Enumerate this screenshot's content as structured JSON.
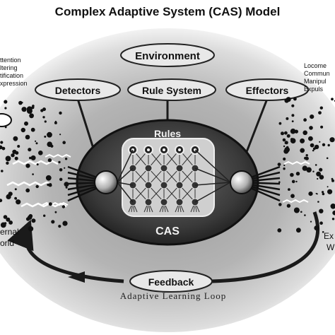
{
  "title": "Complex Adaptive System (CAS) Model",
  "pills": {
    "environment": "Environment",
    "detectors": "Detectors",
    "rule_system": "Rule System",
    "effectors": "Effectors",
    "feedback": "Feedback"
  },
  "core": {
    "rules_label": "Rules",
    "cas_label": "CAS"
  },
  "left_side": {
    "lines": [
      "ttention",
      "ltering",
      "tification",
      "xpression"
    ],
    "world_lines": [
      "ernal",
      "orld"
    ]
  },
  "right_side": {
    "lines": [
      "Locome",
      "Commun",
      "Manipul",
      "Expuls"
    ],
    "world_lines": [
      "Ex",
      "W"
    ]
  },
  "loop_label": "Adaptive Learning Loop"
}
